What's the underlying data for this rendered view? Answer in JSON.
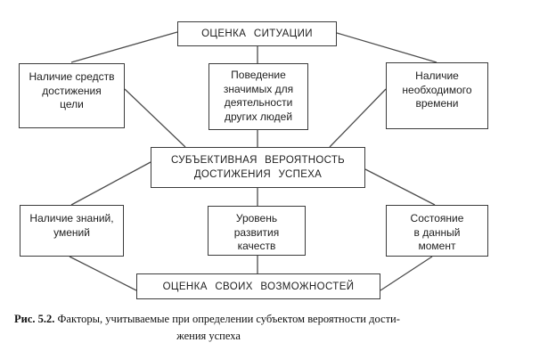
{
  "figure": {
    "type": "block-diagram",
    "language": "ru",
    "caption": {
      "label": "Рис. 5.2.",
      "line1": "Факторы, учитываемые при определении субъектом вероятности дости-",
      "line2": "жения успеха"
    }
  },
  "nodes": {
    "situation": {
      "lines": [
        "ОЦЕНКА  СИТУАЦИИ"
      ]
    },
    "means": {
      "lines": [
        "Наличие средств",
        "достижения",
        "цели"
      ]
    },
    "behavior": {
      "lines": [
        "Поведение",
        "значимых для",
        "деятельности",
        "других людей"
      ]
    },
    "time": {
      "lines": [
        "Наличие",
        "необходимого",
        "времени"
      ]
    },
    "probability": {
      "lines": [
        "СУБЪЕКТИВНАЯ  ВЕРОЯТНОСТЬ",
        "ДОСТИЖЕНИЯ  УСПЕХА"
      ]
    },
    "knowledge": {
      "lines": [
        "Наличие знаний,",
        "умений"
      ]
    },
    "qualities": {
      "lines": [
        "Уровень",
        "развития",
        "качеств"
      ]
    },
    "state": {
      "lines": [
        "Состояние",
        "в данный",
        "момент"
      ]
    },
    "selfassess": {
      "lines": [
        "ОЦЕНКА СВОИХ  ВОЗМОЖНОСТЕЙ"
      ]
    }
  },
  "edges": [
    {
      "from": "situation",
      "to": "means"
    },
    {
      "from": "situation",
      "to": "behavior"
    },
    {
      "from": "situation",
      "to": "time"
    },
    {
      "from": "means",
      "to": "probability"
    },
    {
      "from": "behavior",
      "to": "probability"
    },
    {
      "from": "time",
      "to": "probability"
    },
    {
      "from": "probability",
      "to": "knowledge"
    },
    {
      "from": "probability",
      "to": "qualities"
    },
    {
      "from": "probability",
      "to": "state"
    },
    {
      "from": "knowledge",
      "to": "selfassess"
    },
    {
      "from": "qualities",
      "to": "selfassess"
    },
    {
      "from": "state",
      "to": "selfassess"
    }
  ],
  "colors": {
    "background": "#ffffff",
    "box_border": "#3b3b3b",
    "connector": "#4c4c4c",
    "ink": "#1e1e1e"
  }
}
